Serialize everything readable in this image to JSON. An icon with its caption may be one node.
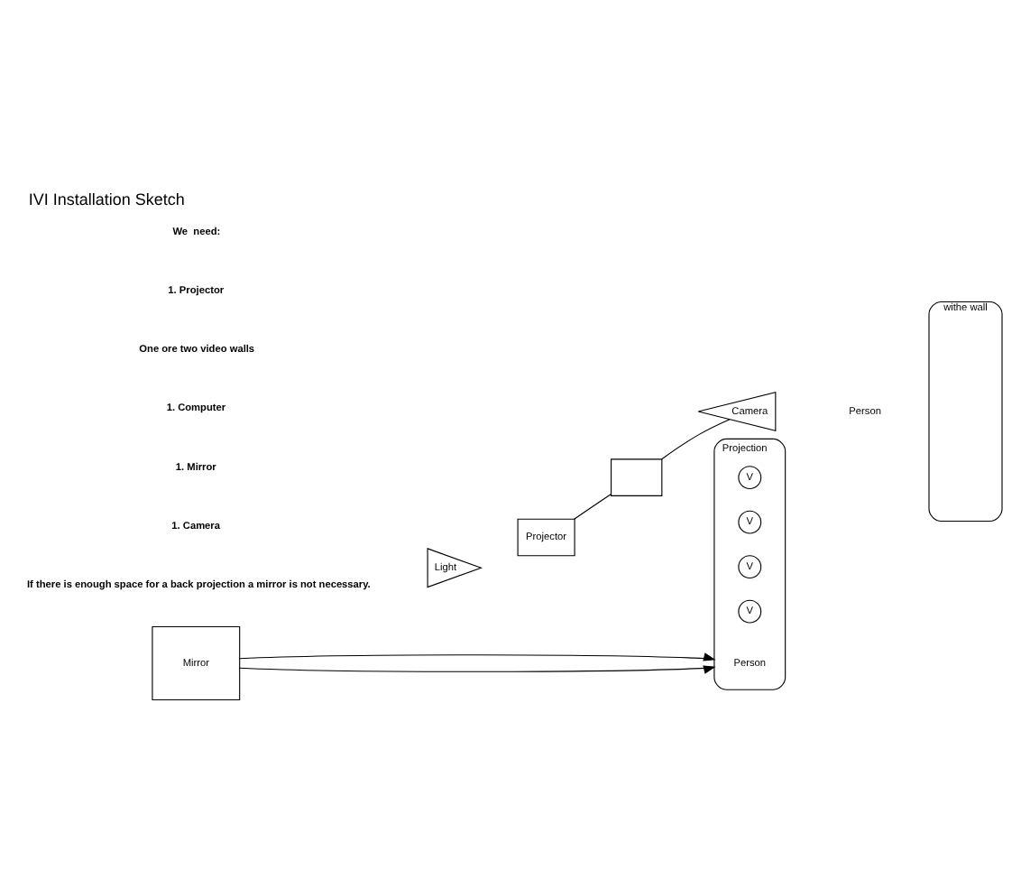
{
  "diagram": {
    "title": "IVI Installation Sketch",
    "nodes": [
      {
        "text": [
          "Mirror"
        ]
      },
      {
        "text": [
          "Light"
        ]
      },
      {
        "text": [
          "Projector"
        ]
      },
      {
        "text": [],
        "shape": "box"
      },
      {
        "text": [
          "Projection"
        ]
      },
      {
        "text": [
          "V"
        ],
        "in": 4
      },
      {
        "text": [
          "V"
        ],
        "in": 4
      },
      {
        "text": [
          "V"
        ],
        "in": 4
      },
      {
        "text": [
          "V"
        ],
        "in": 4
      },
      {
        "text": [
          "Person"
        ],
        "in": 4
      },
      {
        "text": [
          "Camera"
        ]
      },
      {
        "text": [
          "Person"
        ]
      },
      {
        "text": [
          "withe wall"
        ]
      }
    ],
    "edges": [
      {
        "from": 0,
        "to": 4,
        "arrow": "to"
      },
      {
        "from": 0,
        "to": 4,
        "arrow": "to"
      },
      {
        "from": 2,
        "to": 3,
        "arrow": "none"
      },
      {
        "from": 3,
        "to": 10,
        "arrow": "none"
      }
    ],
    "labels": [
      "We  need:",
      "1. Projector",
      "One ore two video walls",
      "1. Computer",
      "1. Mirror",
      "1. Camera",
      "If there is enough space for a back projection a mirror is not necessary."
    ]
  }
}
